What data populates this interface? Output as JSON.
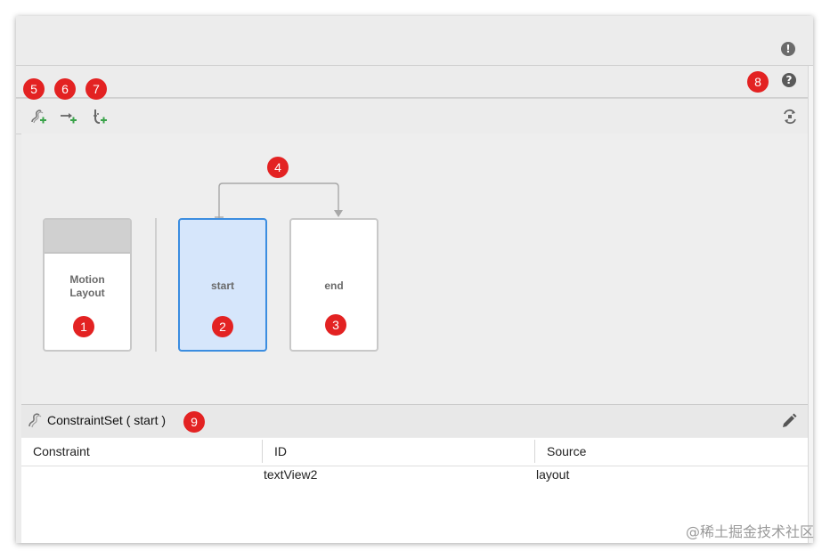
{
  "toolbar": {
    "icons": [
      "add-constraint-set-icon",
      "add-transition-icon",
      "add-click-handler-icon",
      "sync-icon"
    ]
  },
  "header_icons": {
    "warning": "!",
    "help": "?"
  },
  "annotations": {
    "b1": "1",
    "b2": "2",
    "b3": "3",
    "b4": "4",
    "b5": "5",
    "b6": "6",
    "b7": "7",
    "b8": "8",
    "b9": "9"
  },
  "canvas": {
    "layout_card": "Motion\nLayout",
    "start_card": "start",
    "end_card": "end"
  },
  "panel": {
    "title": "ConstraintSet ( start )"
  },
  "table": {
    "columns": [
      "Constraint",
      "ID",
      "Source"
    ],
    "rows": [
      {
        "constraint": "",
        "id": "textView2",
        "source": "layout"
      }
    ]
  },
  "watermark": "@稀土掘金技术社区",
  "colors": {
    "badge": "#e32222",
    "selected_card": "#d6e6fb",
    "selected_border": "#3b8de0",
    "add_green": "#3aa34a"
  }
}
